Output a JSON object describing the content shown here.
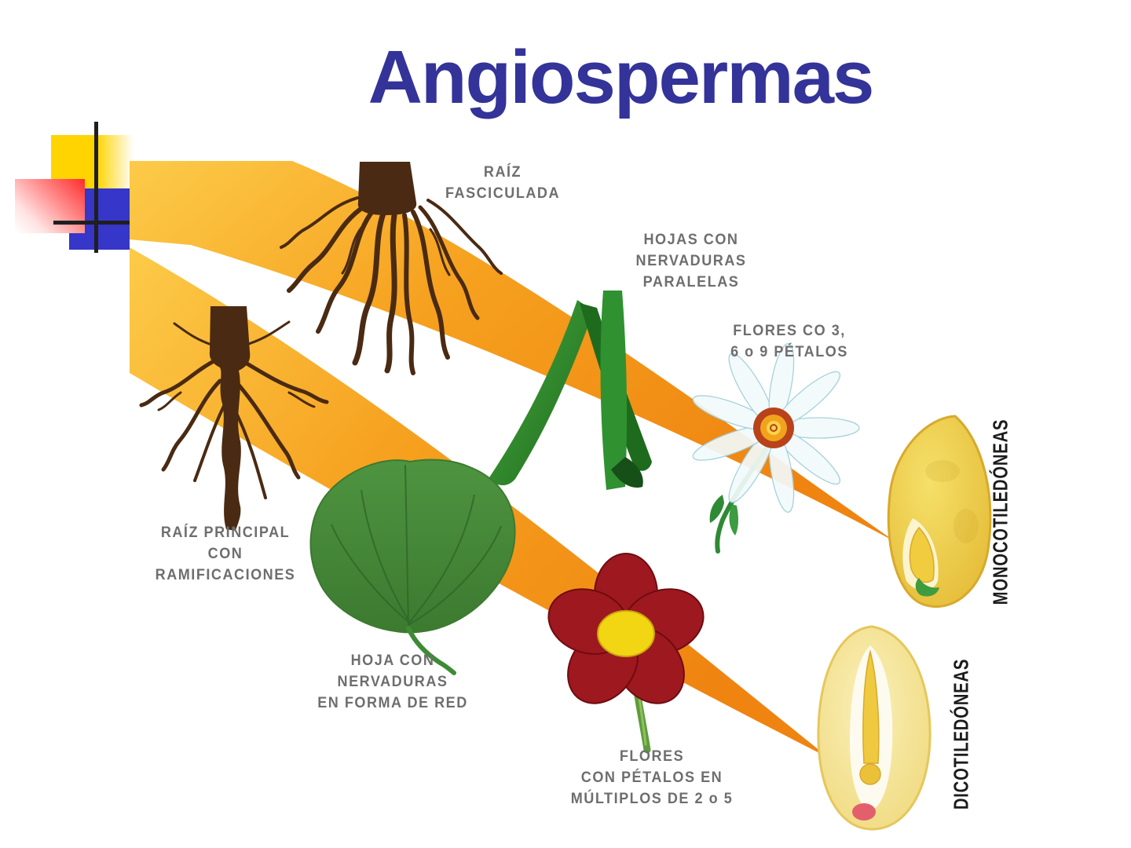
{
  "colors": {
    "title_blue": "#333399",
    "band_orange_light": "#FCCB49",
    "band_orange_dark": "#EF8410",
    "label_gray": "#6E6E6E",
    "vertical_label_black": "#1C1C1C",
    "decor_yellow": "#FFD400",
    "decor_blue": "#3636C9",
    "decor_red": "#FF2B2B",
    "decor_line": "#1F1F1F",
    "root_brown": "#4A2A12",
    "leaf_green": "#3E8E2F",
    "flower_red": "#9E1820",
    "flower_center_yellow": "#F2D513",
    "seed_yellow": "#EFD44E"
  },
  "slide": {
    "title": "Angiospermas"
  },
  "diagram": {
    "labels": {
      "raiz_fasciculada": [
        "RAÍZ",
        "FASCICULADA"
      ],
      "hojas_paralelas": [
        "HOJAS CON",
        "NERVADURAS",
        "PARALELAS"
      ],
      "flores_monocot": [
        "FLORES CO 3,",
        "6 o 9 PÉTALOS"
      ],
      "raiz_principal": [
        "RAÍZ PRINCIPAL",
        "CON",
        "RAMIFICACIONES"
      ],
      "hoja_red": [
        "HOJA CON",
        "NERVADURAS",
        "EN FORMA DE RED"
      ],
      "flores_dicot": [
        "FLORES",
        "CON PÉTALOS EN",
        "MÚLTIPLOS DE 2 o 5"
      ],
      "monocotiledoneas": "MONOCOTILEDÓNEAS",
      "dicotiledoneas": "DICOTILEDÓNEAS"
    },
    "illustrations": [
      "upper-orange-band",
      "lower-orange-band",
      "fibrous-root",
      "taproot",
      "parallel-vein-leaf",
      "net-vein-leaf",
      "monocot-flower",
      "dicot-flower",
      "monocot-seed",
      "dicot-seed"
    ]
  }
}
